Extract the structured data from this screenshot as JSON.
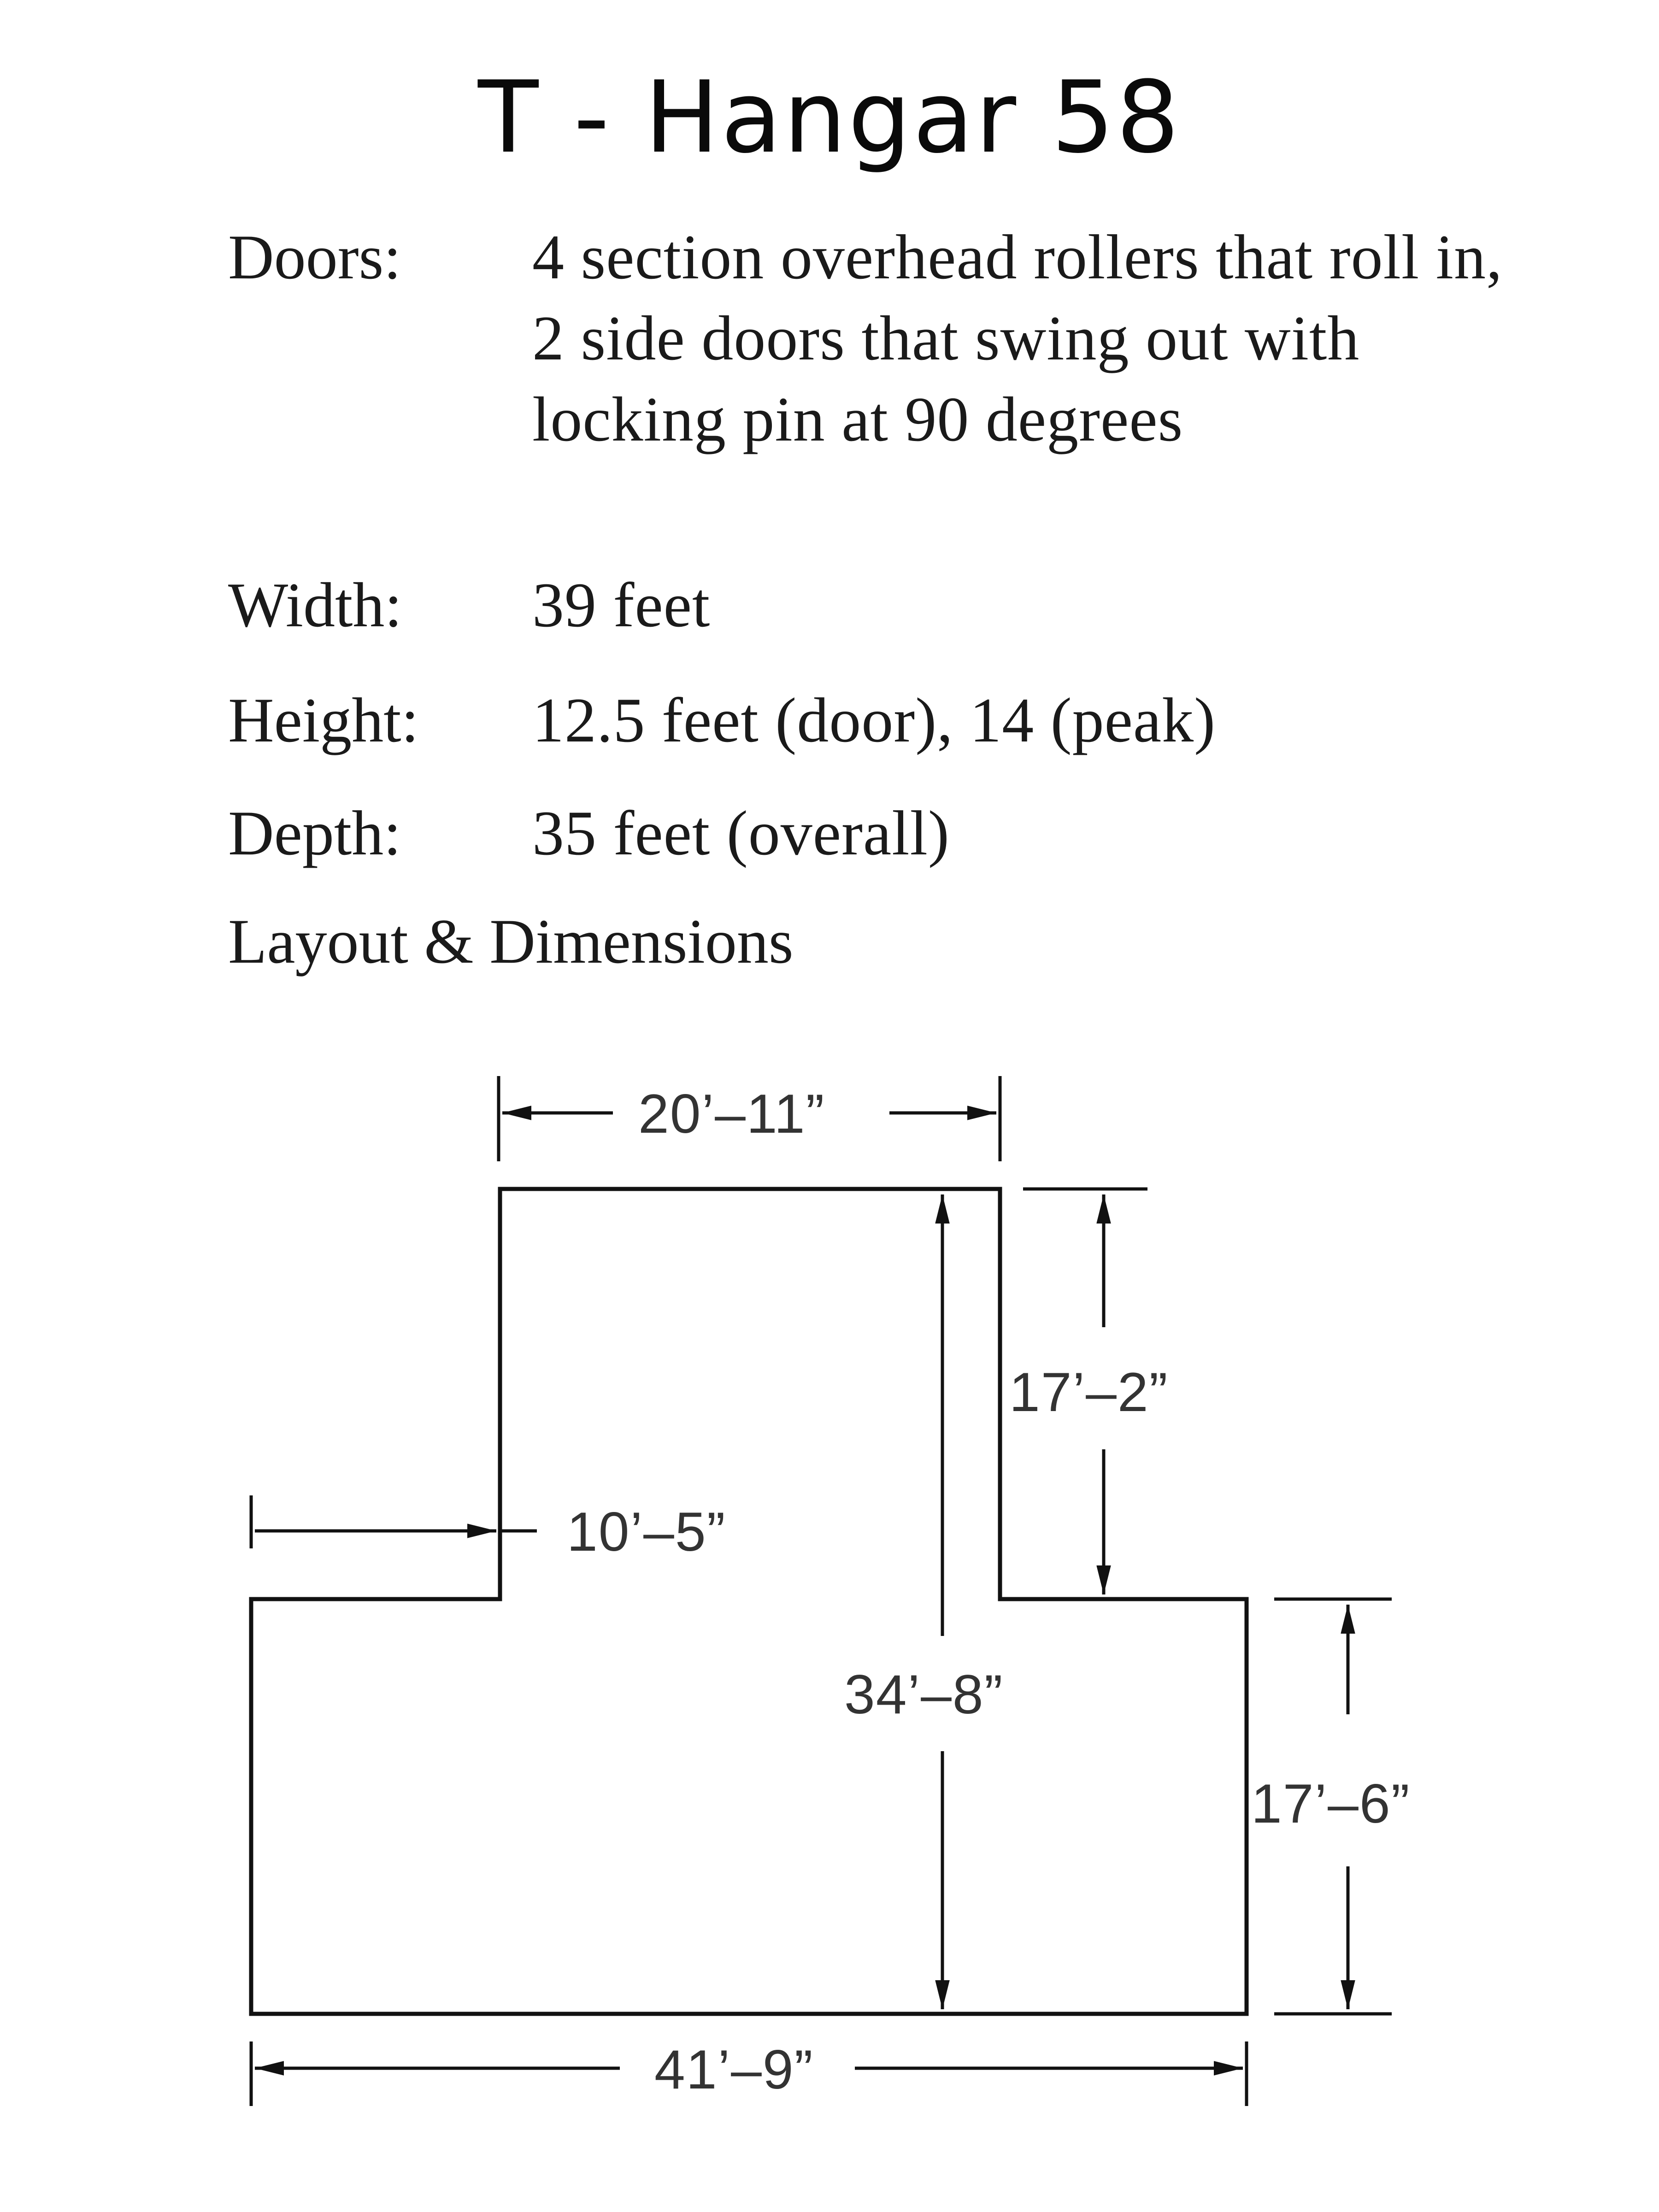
{
  "title": "T - Hangar 58",
  "specs": [
    {
      "label": "Doors:",
      "value": "4 section overhead rollers that roll in, 2 side doors that swing out with locking pin at 90 degrees"
    },
    {
      "label": "Width:",
      "value": "39 feet"
    },
    {
      "label": "Height:",
      "value": "12.5 feet (door), 14 (peak)"
    },
    {
      "label": "Depth:",
      "value": "35 feet (overall)"
    }
  ],
  "layout_heading": "Layout & Dimensions",
  "dimensions": {
    "top_width": "20’–11”",
    "upper_right_height": "17’–2”",
    "left_offset": "10’–5”",
    "overall_depth": "34’–8”",
    "lower_right_height": "17’–6”",
    "overall_width": "41’–9”"
  }
}
